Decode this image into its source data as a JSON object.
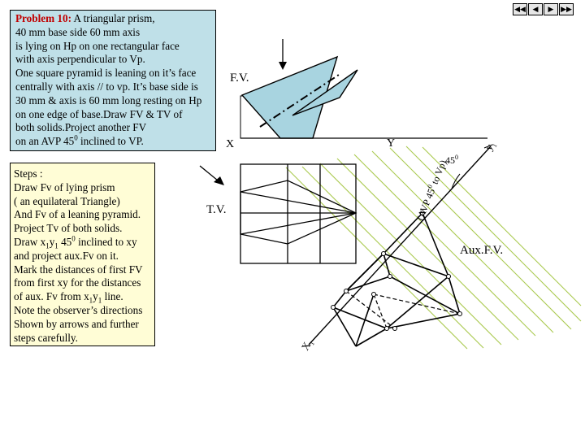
{
  "problem": {
    "heading": "Problem 10:",
    "lines": [
      " A triangular prism,",
      "40 mm base side 60 mm axis",
      "is lying on Hp on one rectangular face",
      "with axis perpendicular to Vp.",
      "One square pyramid is leaning on it’s face",
      "centrally with axis // to vp. It’s base side is",
      "30 mm & axis is 60 mm long resting on Hp",
      "on one edge of base.Draw FV & TV of",
      "both solids.Project another FV"
    ],
    "last_line_pre": "on an AVP 45",
    "last_line_sup": "0",
    "last_line_post": " inclined to VP."
  },
  "steps": {
    "l1": "Steps :",
    "l2": "Draw Fv of lying prism",
    "l3": "( an equilateral Triangle)",
    "l4": "And Fv of a leaning pyramid.",
    "l5": "Project Tv of both solids.",
    "l6_a": "Draw x",
    "l6_sub1": "1",
    "l6_b": "y",
    "l6_sub2": "1",
    "l6_c": " 45",
    "l6_sup": "0",
    "l6_d": " inclined to xy",
    "l7": "and project aux.Fv on it.",
    "l8": "Mark the distances of first FV",
    "l9": "from first xy for the distances",
    "l10_a": "of aux. Fv from x",
    "l10_sub1": "1",
    "l10_b": "y",
    "l10_sub2": "1",
    "l10_c": " line.",
    "l11": "Note the observer’s directions",
    "l12": "Shown by arrows and further",
    "l13": " steps carefully."
  },
  "labels": {
    "fv": "F.V.",
    "tv": "T.V.",
    "aux_fv": "Aux.F.V.",
    "x": "X",
    "y": "Y",
    "x1": "X",
    "x1_sub": "1",
    "y1": "y",
    "y1_sub": "1",
    "angle": "45",
    "angle_sup": "0",
    "avp": "(AVP 45",
    "avp_sup": "0",
    "avp_tail": " to Vp)"
  },
  "colors": {
    "problem_bg": "#bfe0e8",
    "steps_bg": "#fffdd6",
    "fv_fill": "#a8d4e0",
    "projector": "#a9c94e",
    "heading": "#c00000"
  },
  "nav": {
    "first": "first-slide-icon",
    "prev": "previous-slide-icon",
    "next": "next-slide-icon",
    "last": "last-slide-icon"
  }
}
